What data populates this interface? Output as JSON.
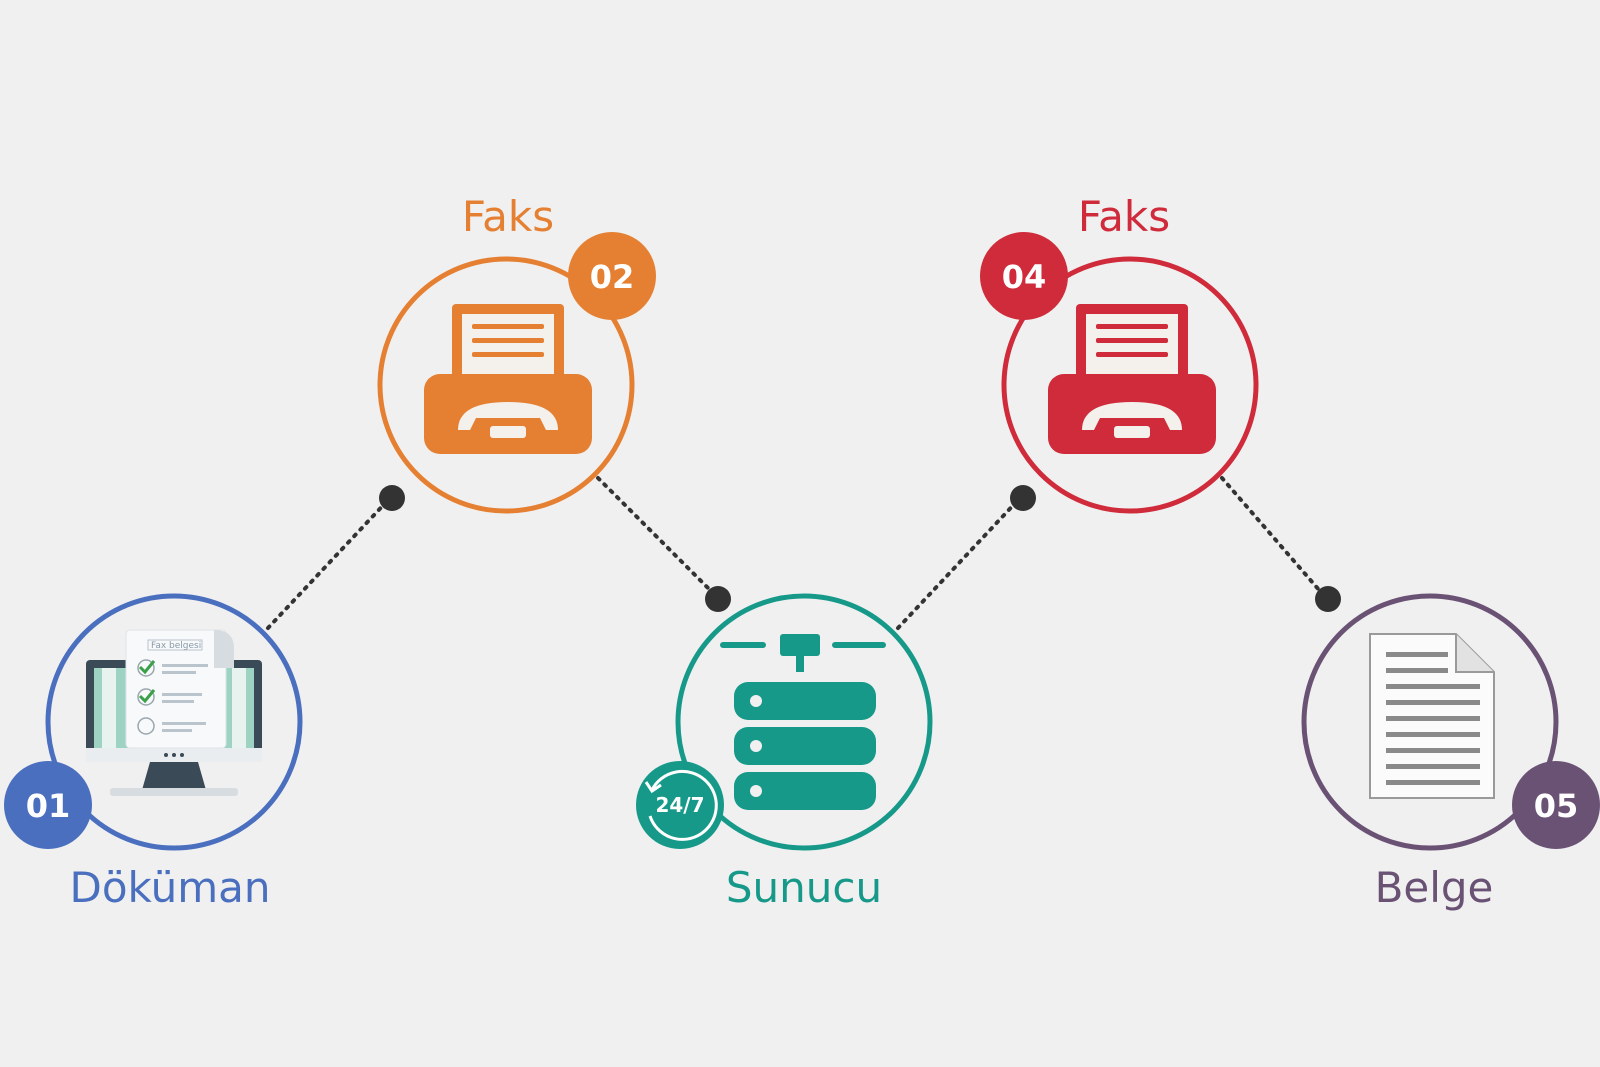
{
  "colors": {
    "background": "#f0f0f0",
    "step1": "#4a6fbf",
    "step2": "#e58033",
    "step3": "#17998a",
    "step4": "#cf2b3a",
    "step5": "#6a5274",
    "connector": "#333333"
  },
  "steps": [
    {
      "number": "01",
      "label": "Döküman",
      "icon": "monitor-checklist-icon"
    },
    {
      "number": "02",
      "label": "Faks",
      "icon": "fax-machine-icon"
    },
    {
      "number": "",
      "label": "Sunucu",
      "icon": "server-icon",
      "badge_text": "24/7",
      "badge_icon": "clock-24-7-icon"
    },
    {
      "number": "04",
      "label": "Faks",
      "icon": "fax-machine-icon"
    },
    {
      "number": "05",
      "label": "Belge",
      "icon": "document-icon"
    }
  ],
  "doc_sheet_title": "Fax belgesi"
}
